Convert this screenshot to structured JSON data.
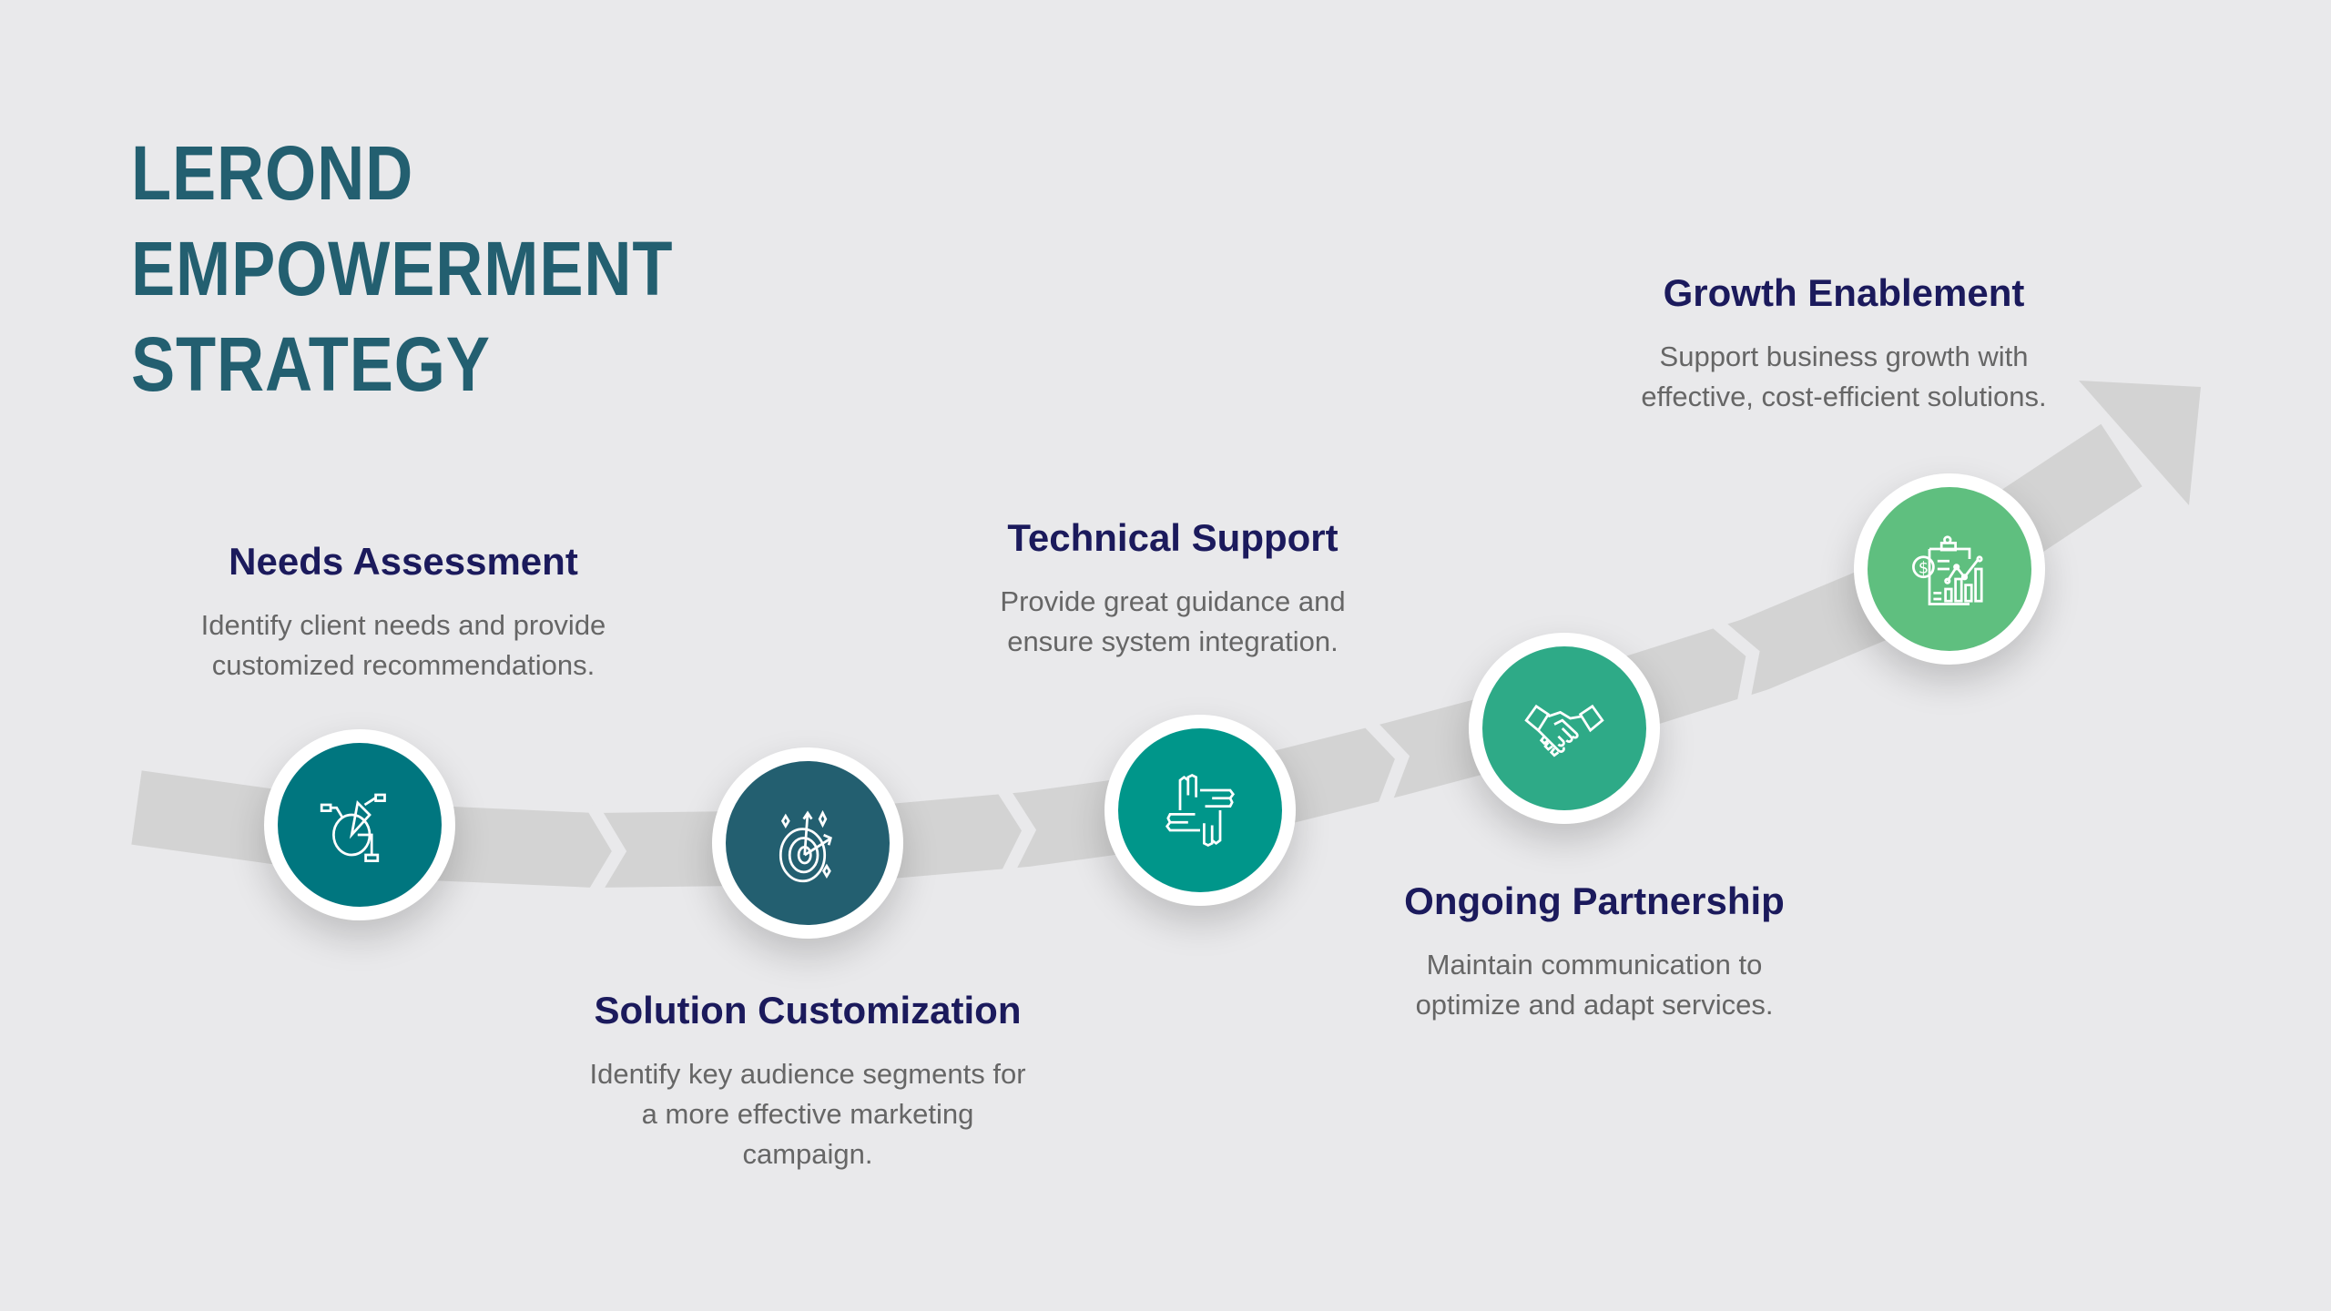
{
  "title": {
    "lines": [
      "LEROND",
      "EMPOWERMENT",
      "STRATEGY"
    ]
  },
  "colors": {
    "background": "#e9e9eb",
    "title": "#235f70",
    "heading": "#1b1a5c",
    "text": "#666666",
    "band": "#d3d3d3"
  },
  "steps": [
    {
      "title": "Needs Assessment",
      "desc1": "Identify client needs and provide",
      "desc2": "customized recommendations.",
      "icon": "pie-chart-icon",
      "color": "#00767f"
    },
    {
      "title": "Solution Customization",
      "desc1": "Identify key audience segments for",
      "desc2": "a more effective marketing",
      "desc3": "campaign.",
      "icon": "target-icon",
      "color": "#235f70"
    },
    {
      "title": "Technical Support",
      "desc1": "Provide great guidance and",
      "desc2": "ensure system integration.",
      "icon": "teamwork-hands-icon",
      "color": "#00968a"
    },
    {
      "title": "Ongoing Partnership",
      "desc1": "Maintain communication to",
      "desc2": "optimize and adapt services.",
      "icon": "handshake-icon",
      "color": "#2eaa87"
    },
    {
      "title": "Growth Enablement",
      "desc1": "Support business growth with",
      "desc2": "effective, cost-efficient solutions.",
      "icon": "financial-report-icon",
      "color": "#5fbf7f"
    }
  ]
}
